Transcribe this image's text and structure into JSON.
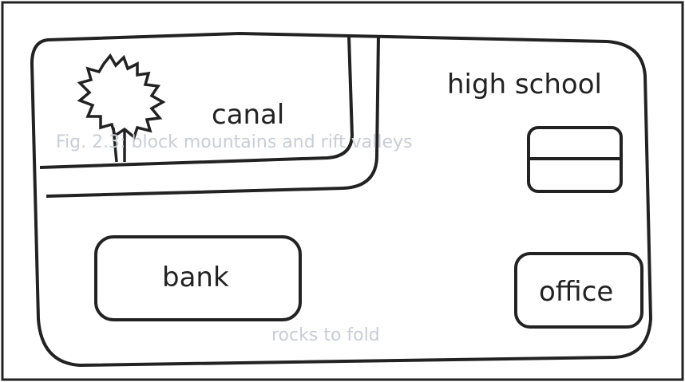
{
  "labels": {
    "canal": "canal",
    "high_school": "high school",
    "bank": "bank",
    "office": "office"
  },
  "show_through": {
    "line1": "Fig. 2.3: block mountains and rift valleys",
    "line2": "rocks to fold"
  },
  "colors": {
    "ink": "#222222",
    "show_through": "#c9cdd4"
  }
}
